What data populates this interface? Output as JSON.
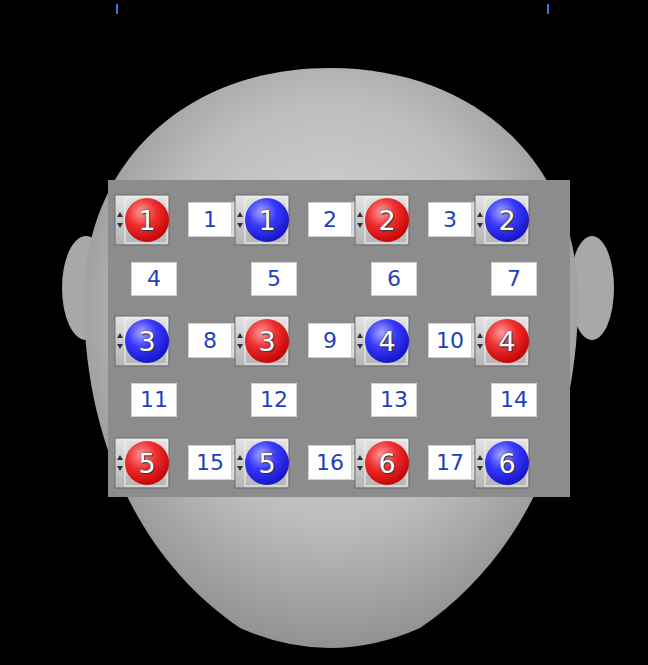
{
  "diagram": {
    "nodes": [
      {
        "text": [
          "1"
        ]
      },
      {
        "text": [
          "1"
        ]
      },
      {
        "text": [
          "1"
        ]
      },
      {
        "text": [
          "2"
        ]
      },
      {
        "text": [
          "2"
        ]
      },
      {
        "text": [
          "3"
        ]
      },
      {
        "text": [
          "2"
        ]
      },
      {
        "text": [
          "4"
        ]
      },
      {
        "text": [
          "5"
        ]
      },
      {
        "text": [
          "6"
        ]
      },
      {
        "text": [
          "7"
        ]
      },
      {
        "text": [
          "3"
        ]
      },
      {
        "text": [
          "8"
        ]
      },
      {
        "text": [
          "3"
        ]
      },
      {
        "text": [
          "9"
        ]
      },
      {
        "text": [
          "4"
        ]
      },
      {
        "text": [
          "10"
        ]
      },
      {
        "text": [
          "4"
        ]
      },
      {
        "text": [
          "11"
        ]
      },
      {
        "text": [
          "12"
        ]
      },
      {
        "text": [
          "13"
        ]
      },
      {
        "text": [
          "14"
        ]
      },
      {
        "text": [
          "5"
        ]
      },
      {
        "text": [
          "15"
        ]
      },
      {
        "text": [
          "5"
        ]
      },
      {
        "text": [
          "16"
        ]
      },
      {
        "text": [
          "6"
        ]
      },
      {
        "text": [
          "17"
        ]
      },
      {
        "text": [
          "6"
        ]
      }
    ]
  }
}
